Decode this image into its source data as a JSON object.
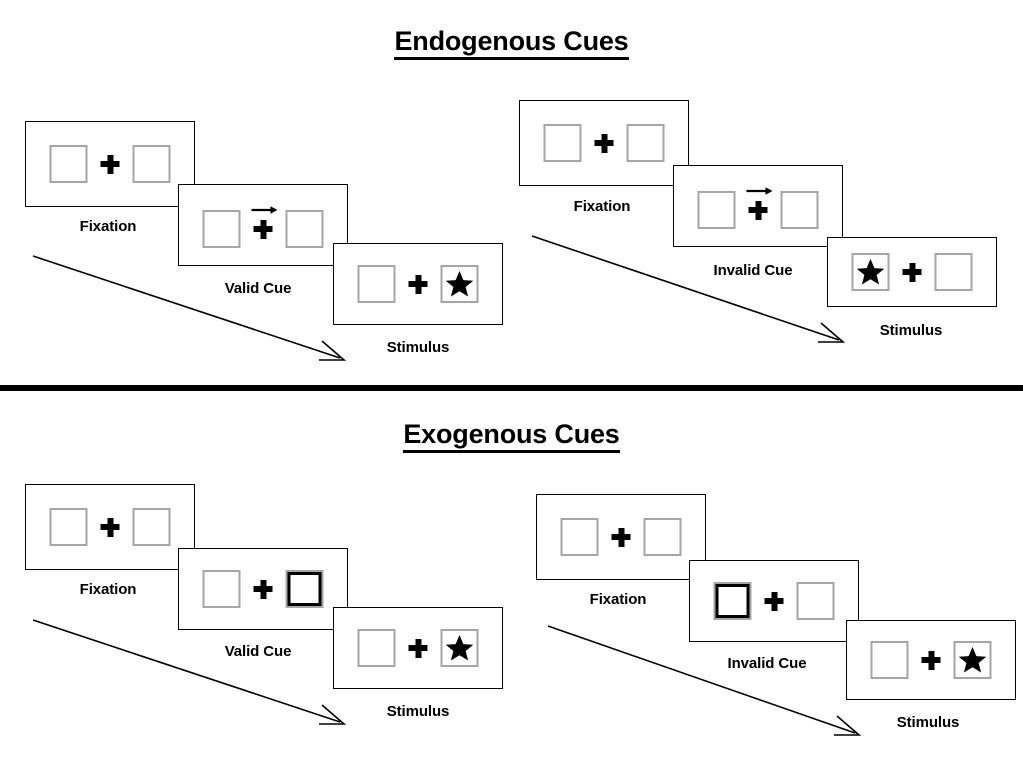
{
  "sections": [
    {
      "title": "Endogenous Cues",
      "cue_type": "arrow",
      "groups": [
        {
          "validity": "valid",
          "stages": [
            {
              "label": "Fixation",
              "cue": "none",
              "cued_side": "none",
              "target_side": "none"
            },
            {
              "label": "Valid Cue",
              "cue": "arrow",
              "cued_side": "right",
              "target_side": "none"
            },
            {
              "label": "Stimulus",
              "cue": "none",
              "cued_side": "none",
              "target_side": "right"
            }
          ]
        },
        {
          "validity": "invalid",
          "stages": [
            {
              "label": "Fixation",
              "cue": "none",
              "cued_side": "none",
              "target_side": "none"
            },
            {
              "label": "Invalid Cue",
              "cue": "arrow",
              "cued_side": "right",
              "target_side": "none"
            },
            {
              "label": "Stimulus",
              "cue": "none",
              "cued_side": "none",
              "target_side": "left"
            }
          ]
        }
      ]
    },
    {
      "title": "Exogenous Cues",
      "cue_type": "box-flash",
      "groups": [
        {
          "validity": "valid",
          "stages": [
            {
              "label": "Fixation",
              "cue": "none",
              "cued_side": "none",
              "target_side": "none"
            },
            {
              "label": "Valid Cue",
              "cue": "box-flash",
              "cued_side": "right",
              "target_side": "none"
            },
            {
              "label": "Stimulus",
              "cue": "none",
              "cued_side": "none",
              "target_side": "right"
            }
          ]
        },
        {
          "validity": "invalid",
          "stages": [
            {
              "label": "Fixation",
              "cue": "none",
              "cued_side": "none",
              "target_side": "none"
            },
            {
              "label": "Invalid Cue",
              "cue": "box-flash",
              "cued_side": "left",
              "target_side": "none"
            },
            {
              "label": "Stimulus",
              "cue": "none",
              "cued_side": "none",
              "target_side": "right"
            }
          ]
        }
      ]
    }
  ],
  "icons": {
    "fixation_cross": "plus-cross-icon",
    "target": "star-icon",
    "cue_arrow": "right-arrow-icon",
    "time_arrow": "time-progression-arrow-icon"
  },
  "colors": {
    "ink": "#000000",
    "frame_border": "#000000",
    "box_border": "#a6a6a6",
    "cued_box_border": "#000000",
    "background": "#ffffff",
    "divider": "#000000"
  }
}
